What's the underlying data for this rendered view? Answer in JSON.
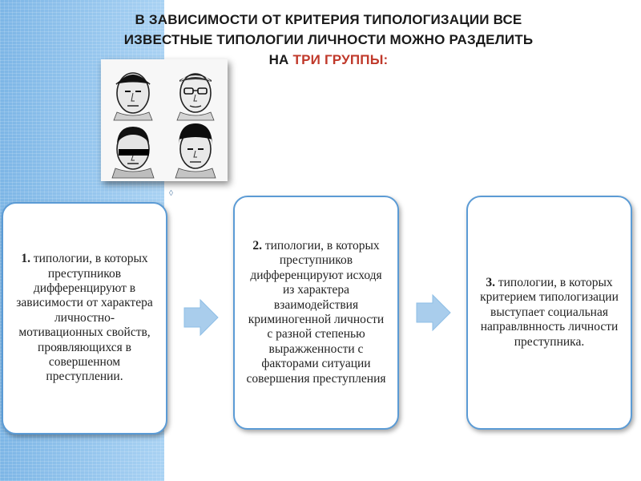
{
  "slide": {
    "title_line1": "В ЗАВИСИМОСТИ ОТ КРИТЕРИЯ ТИПОЛОГИЗАЦИИ ВСЕ",
    "title_line2": "ИЗВЕСТНЫЕ ТИПОЛОГИИ ЛИЧНОСТИ МОЖНО РАЗДЕЛИТЬ",
    "title_line3_prefix": "НА",
    "title_line3_highlight": "ТРИ ГРУППЫ:",
    "highlight_color": "#c0392b"
  },
  "cards": [
    {
      "number": "1.",
      "text": "типологии, в которых преступников дифференцируют в зависимости от характера личностно-мотивационных свойств, проявляющихся в совершенном преступлении."
    },
    {
      "number": "2.",
      "text": "типологии, в которых преступников дифференцируют исходя из характера взаимодействия криминогенной личности с разной степенью выражженности с факторами ситуации совершения преступления"
    },
    {
      "number": "3.",
      "text": "типологии, в которых критерием типологизации выступает социальная направлвнность личности преступника."
    }
  ],
  "icons": {
    "arrow": "right-arrow-icon",
    "portraits": "criminal-sketches-image"
  },
  "colors": {
    "card_border": "#5b9bd5",
    "arrow": "#a9cdec",
    "side_strip": "#8cc0ea"
  }
}
